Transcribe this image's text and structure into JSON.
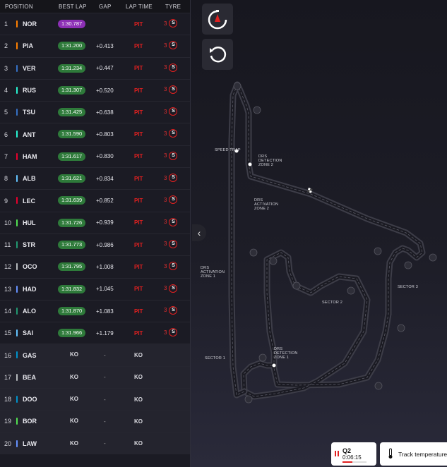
{
  "header": {
    "position": "POSITION",
    "best_lap": "BEST LAP",
    "gap": "GAP",
    "lap_time": "LAP TIME",
    "tyre": "TYRE"
  },
  "rows": [
    {
      "pos": "1",
      "code": "NOR",
      "best": "1:30.787",
      "gap": "",
      "lap": "PIT",
      "laps": "3",
      "compound": "S",
      "team": "#ff8000",
      "best_color": "#8c2fb5"
    },
    {
      "pos": "2",
      "code": "PIA",
      "best": "1:31.200",
      "gap": "+0.413",
      "lap": "PIT",
      "laps": "3",
      "compound": "S",
      "team": "#ff8000",
      "best_color": "#2e7a3a"
    },
    {
      "pos": "3",
      "code": "VER",
      "best": "1:31.234",
      "gap": "+0.447",
      "lap": "PIT",
      "laps": "3",
      "compound": "S",
      "team": "#3671c6",
      "best_color": "#2e7a3a"
    },
    {
      "pos": "4",
      "code": "RUS",
      "best": "1:31.307",
      "gap": "+0.520",
      "lap": "PIT",
      "laps": "3",
      "compound": "S",
      "team": "#27f4d2",
      "best_color": "#2e7a3a"
    },
    {
      "pos": "5",
      "code": "TSU",
      "best": "1:31.425",
      "gap": "+0.638",
      "lap": "PIT",
      "laps": "3",
      "compound": "S",
      "team": "#3671c6",
      "best_color": "#2e7a3a"
    },
    {
      "pos": "6",
      "code": "ANT",
      "best": "1:31.590",
      "gap": "+0.803",
      "lap": "PIT",
      "laps": "3",
      "compound": "S",
      "team": "#27f4d2",
      "best_color": "#2e7a3a"
    },
    {
      "pos": "7",
      "code": "HAM",
      "best": "1:31.617",
      "gap": "+0.830",
      "lap": "PIT",
      "laps": "3",
      "compound": "S",
      "team": "#e8002d",
      "best_color": "#2e7a3a"
    },
    {
      "pos": "8",
      "code": "ALB",
      "best": "1:31.621",
      "gap": "+0.834",
      "lap": "PIT",
      "laps": "3",
      "compound": "S",
      "team": "#64c4ff",
      "best_color": "#2e7a3a"
    },
    {
      "pos": "9",
      "code": "LEC",
      "best": "1:31.639",
      "gap": "+0.852",
      "lap": "PIT",
      "laps": "3",
      "compound": "S",
      "team": "#e8002d",
      "best_color": "#2e7a3a"
    },
    {
      "pos": "10",
      "code": "HUL",
      "best": "1:31.726",
      "gap": "+0.939",
      "lap": "PIT",
      "laps": "3",
      "compound": "S",
      "team": "#52e252",
      "best_color": "#2e7a3a"
    },
    {
      "pos": "11",
      "code": "STR",
      "best": "1:31.773",
      "gap": "+0.986",
      "lap": "PIT",
      "laps": "3",
      "compound": "S",
      "team": "#229971",
      "best_color": "#2e7a3a"
    },
    {
      "pos": "12",
      "code": "OCO",
      "best": "1:31.795",
      "gap": "+1.008",
      "lap": "PIT",
      "laps": "3",
      "compound": "S",
      "team": "#b6babd",
      "best_color": "#2e7a3a"
    },
    {
      "pos": "13",
      "code": "HAD",
      "best": "1:31.832",
      "gap": "+1.045",
      "lap": "PIT",
      "laps": "3",
      "compound": "S",
      "team": "#6692ff",
      "best_color": "#2e7a3a"
    },
    {
      "pos": "14",
      "code": "ALO",
      "best": "1:31.870",
      "gap": "+1.083",
      "lap": "PIT",
      "laps": "3",
      "compound": "S",
      "team": "#229971",
      "best_color": "#2e7a3a"
    },
    {
      "pos": "15",
      "code": "SAI",
      "best": "1:31.966",
      "gap": "+1.179",
      "lap": "PIT",
      "laps": "3",
      "compound": "S",
      "team": "#64c4ff",
      "best_color": "#2e7a3a"
    },
    {
      "pos": "16",
      "code": "GAS",
      "best": "KO",
      "gap": "-",
      "lap": "KO",
      "team": "#0093cc",
      "ko": true
    },
    {
      "pos": "17",
      "code": "BEA",
      "best": "KO",
      "gap": "-",
      "lap": "KO",
      "team": "#b6babd",
      "ko": true
    },
    {
      "pos": "18",
      "code": "DOO",
      "best": "KO",
      "gap": "-",
      "lap": "KO",
      "team": "#0093cc",
      "ko": true
    },
    {
      "pos": "19",
      "code": "BOR",
      "best": "KO",
      "gap": "-",
      "lap": "KO",
      "team": "#52e252",
      "ko": true
    },
    {
      "pos": "20",
      "code": "LAW",
      "best": "KO",
      "gap": "-",
      "lap": "KO",
      "team": "#6692ff",
      "ko": true
    }
  ],
  "map_labels": {
    "speed_trap": "SPEED TRAP",
    "drs_detection_2": "DRS DETECTION ZONE 2",
    "drs_activation_2": "DRS ACTIVATION ZONE 2",
    "drs_activation_1": "DRS ACTIVATION ZONE 1",
    "drs_detection_1": "DRS DETECTION ZONE 1",
    "sector1": "SECTOR 1",
    "sector2": "SECTOR 2",
    "sector3": "SECTOR 3"
  },
  "session": {
    "name": "Q2",
    "time": "0:06:15",
    "progress": 0.4
  },
  "weather": {
    "label": "Track temperature"
  },
  "colors": {
    "pit": "#e02020",
    "soft": "#e02020",
    "accent": "#e02020"
  }
}
